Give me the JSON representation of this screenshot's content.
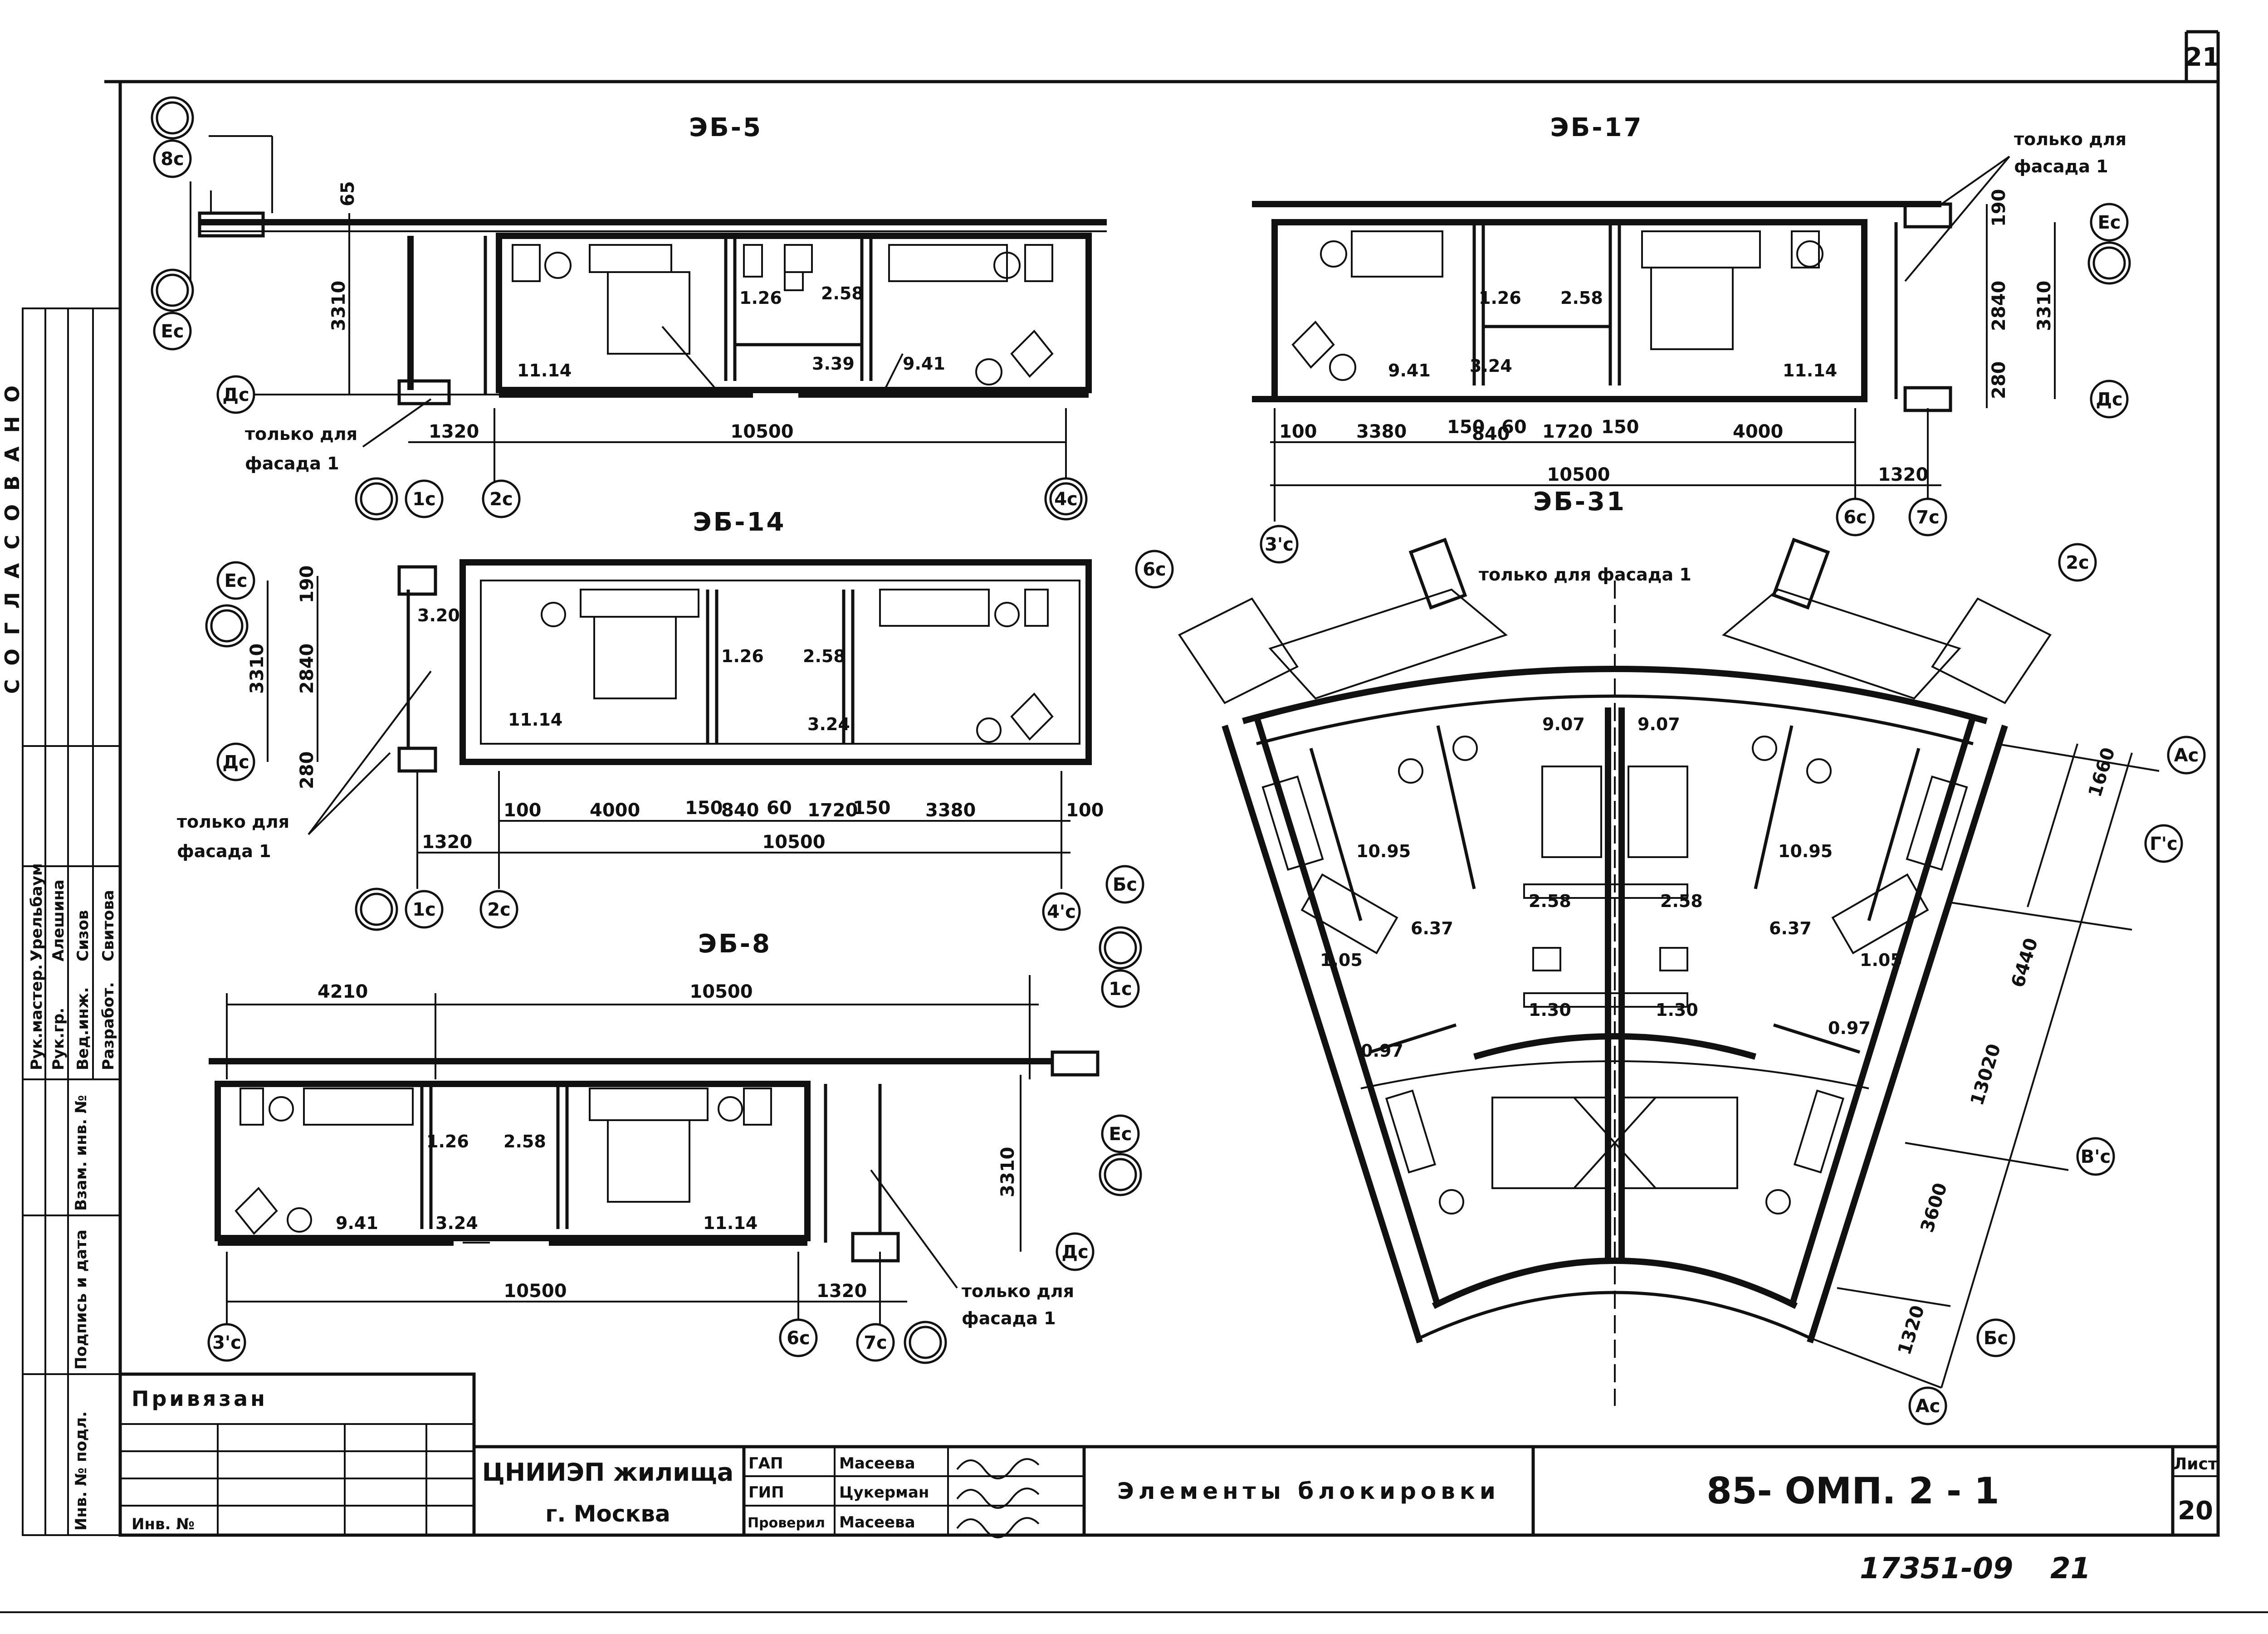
{
  "sheet": {
    "page_number_top": "21",
    "page_number_box_label": "Лист",
    "page_number_box_value": "20",
    "drawing_code": "85- ОМП. 2 - 1",
    "drawing_title": "Элементы блокировки",
    "organization": "ЦНИИЭП жилища",
    "city": "г. Москва",
    "archive_number": "17351-09",
    "archive_suffix": "21",
    "approval_vertical": "СОГЛАСОВАНО"
  },
  "left_stamp": {
    "fields": [
      "Инв. № подл.",
      "Подпись и дата",
      "Взам. инв. №"
    ],
    "roles": [
      "Рук.мастер.",
      "Рук.гр.",
      "Вед.инж.",
      "Разработ."
    ],
    "names": [
      "Урельбаум",
      "Алешина",
      "Сизов",
      "Свитова"
    ]
  },
  "title_block": {
    "bound_label": "Привязан",
    "inv_label": "Инв. №",
    "rows": [
      {
        "role": "ГАП",
        "name": "Масеева"
      },
      {
        "role": "ГИП",
        "name": "Цукерман"
      },
      {
        "role": "Проверил",
        "name": "Масеева"
      }
    ]
  },
  "plans": {
    "eb5": {
      "title": "ЭБ-5",
      "rooms": [
        "11.14",
        "1.26",
        "2.58",
        "3.39",
        "9.41"
      ],
      "dims": [
        "65",
        "3310",
        "1320",
        "10500"
      ],
      "axes": [
        "8с",
        "Ес",
        "Дс",
        "1с",
        "2с",
        "4с"
      ],
      "note_line1": "только для",
      "note_line2": "фасада 1"
    },
    "eb17": {
      "title": "ЭБ-17",
      "rooms": [
        "9.41",
        "3.24",
        "1.26",
        "2.58",
        "11.14"
      ],
      "dims": [
        "190",
        "2840",
        "3310",
        "280",
        "100",
        "3380",
        "150",
        "840",
        "60",
        "1720",
        "150",
        "4000",
        "10500",
        "1320"
      ],
      "axes": [
        "Ес",
        "Дс",
        "3'с",
        "6с",
        "7с"
      ],
      "note_line1": "только для",
      "note_line2": "фасада 1"
    },
    "eb14": {
      "title": "ЭБ-14",
      "rooms": [
        "3.20",
        "11.14",
        "1.26",
        "2.58",
        "3.24"
      ],
      "dims": [
        "190",
        "2840",
        "3310",
        "280",
        "100",
        "4000",
        "150",
        "840",
        "60",
        "1720",
        "150",
        "3380",
        "100",
        "1320",
        "10500"
      ],
      "axes": [
        "Ес",
        "Дс",
        "1с",
        "2с",
        "4'с",
        "Бс"
      ],
      "note_line1": "только для",
      "note_line2": "фасада 1"
    },
    "eb8": {
      "title": "ЭБ-8",
      "rooms": [
        "9.41",
        "3.24",
        "1.26",
        "2.58",
        "11.14"
      ],
      "dims": [
        "4210",
        "10500",
        "3310",
        "10500",
        "1320"
      ],
      "axes": [
        "1с",
        "Ес",
        "Дс",
        "3'с",
        "6с",
        "7с"
      ],
      "note_line1": "только для",
      "note_line2": "фасада 1"
    },
    "eb31": {
      "title": "ЭБ-31",
      "note": "только для фасада 1",
      "rooms": [
        "9.07",
        "9.07",
        "10.95",
        "10.95",
        "2.58",
        "2.58",
        "6.37",
        "6.37",
        "1.05",
        "1.05",
        "1.30",
        "1.30",
        "0.97",
        "0.97"
      ],
      "dims": [
        "1660",
        "6440",
        "13020",
        "3600",
        "1320"
      ],
      "axes": [
        "6с",
        "2с",
        "Ас",
        "Г'с",
        "В'с",
        "Бс",
        "Ас"
      ]
    }
  }
}
